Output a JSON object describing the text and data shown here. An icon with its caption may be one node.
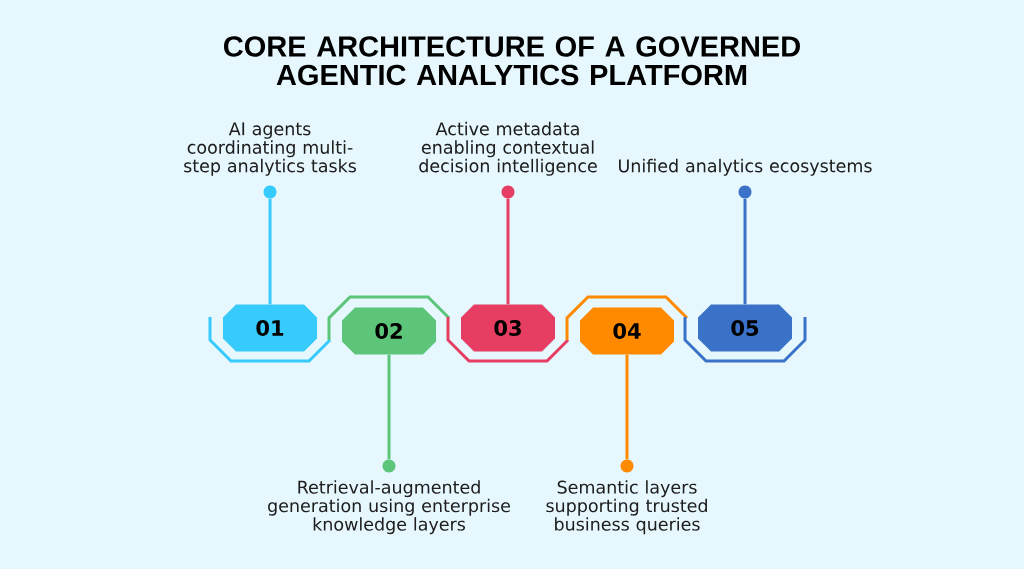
{
  "diagram": {
    "title": "CORE ARCHITECTURE OF A GOVERNED AGENTIC ANALYTICS PLATFORM",
    "nodes": [
      {
        "text": [],
        "shape": "circle",
        "beside": [
          "AI agents coordinating multi-step analytics tasks"
        ]
      },
      {
        "text": [],
        "shape": "circle",
        "beside": [
          "Active metadata enabling contextual decision intelligence"
        ]
      },
      {
        "text": [],
        "shape": "circle",
        "beside": [
          "Unified analytics ecosystems"
        ]
      },
      {
        "text": [
          "01"
        ]
      },
      {
        "text": [
          "02"
        ]
      },
      {
        "text": [
          "03"
        ]
      },
      {
        "text": [
          "04"
        ]
      },
      {
        "text": [
          "05"
        ]
      },
      {
        "text": [],
        "shape": "circle",
        "beside": [
          "Retrieval-augmented generation using enterprise knowledge layers"
        ]
      },
      {
        "text": [],
        "shape": "circle",
        "beside": [
          "Semantic layers supporting trusted business queries"
        ]
      }
    ],
    "edges": [
      {
        "from": 3,
        "to": 0,
        "arrow": "none",
        "color": "#36cbfc"
      },
      {
        "from": 4,
        "to": 8,
        "arrow": "none",
        "color": "#5cc57a"
      },
      {
        "from": 5,
        "to": 1,
        "arrow": "none",
        "color": "#e63e62"
      },
      {
        "from": 6,
        "to": 9,
        "arrow": "none",
        "color": "#ff8a00"
      },
      {
        "from": 7,
        "to": 2,
        "arrow": "none",
        "color": "#3a72c8"
      }
    ]
  }
}
